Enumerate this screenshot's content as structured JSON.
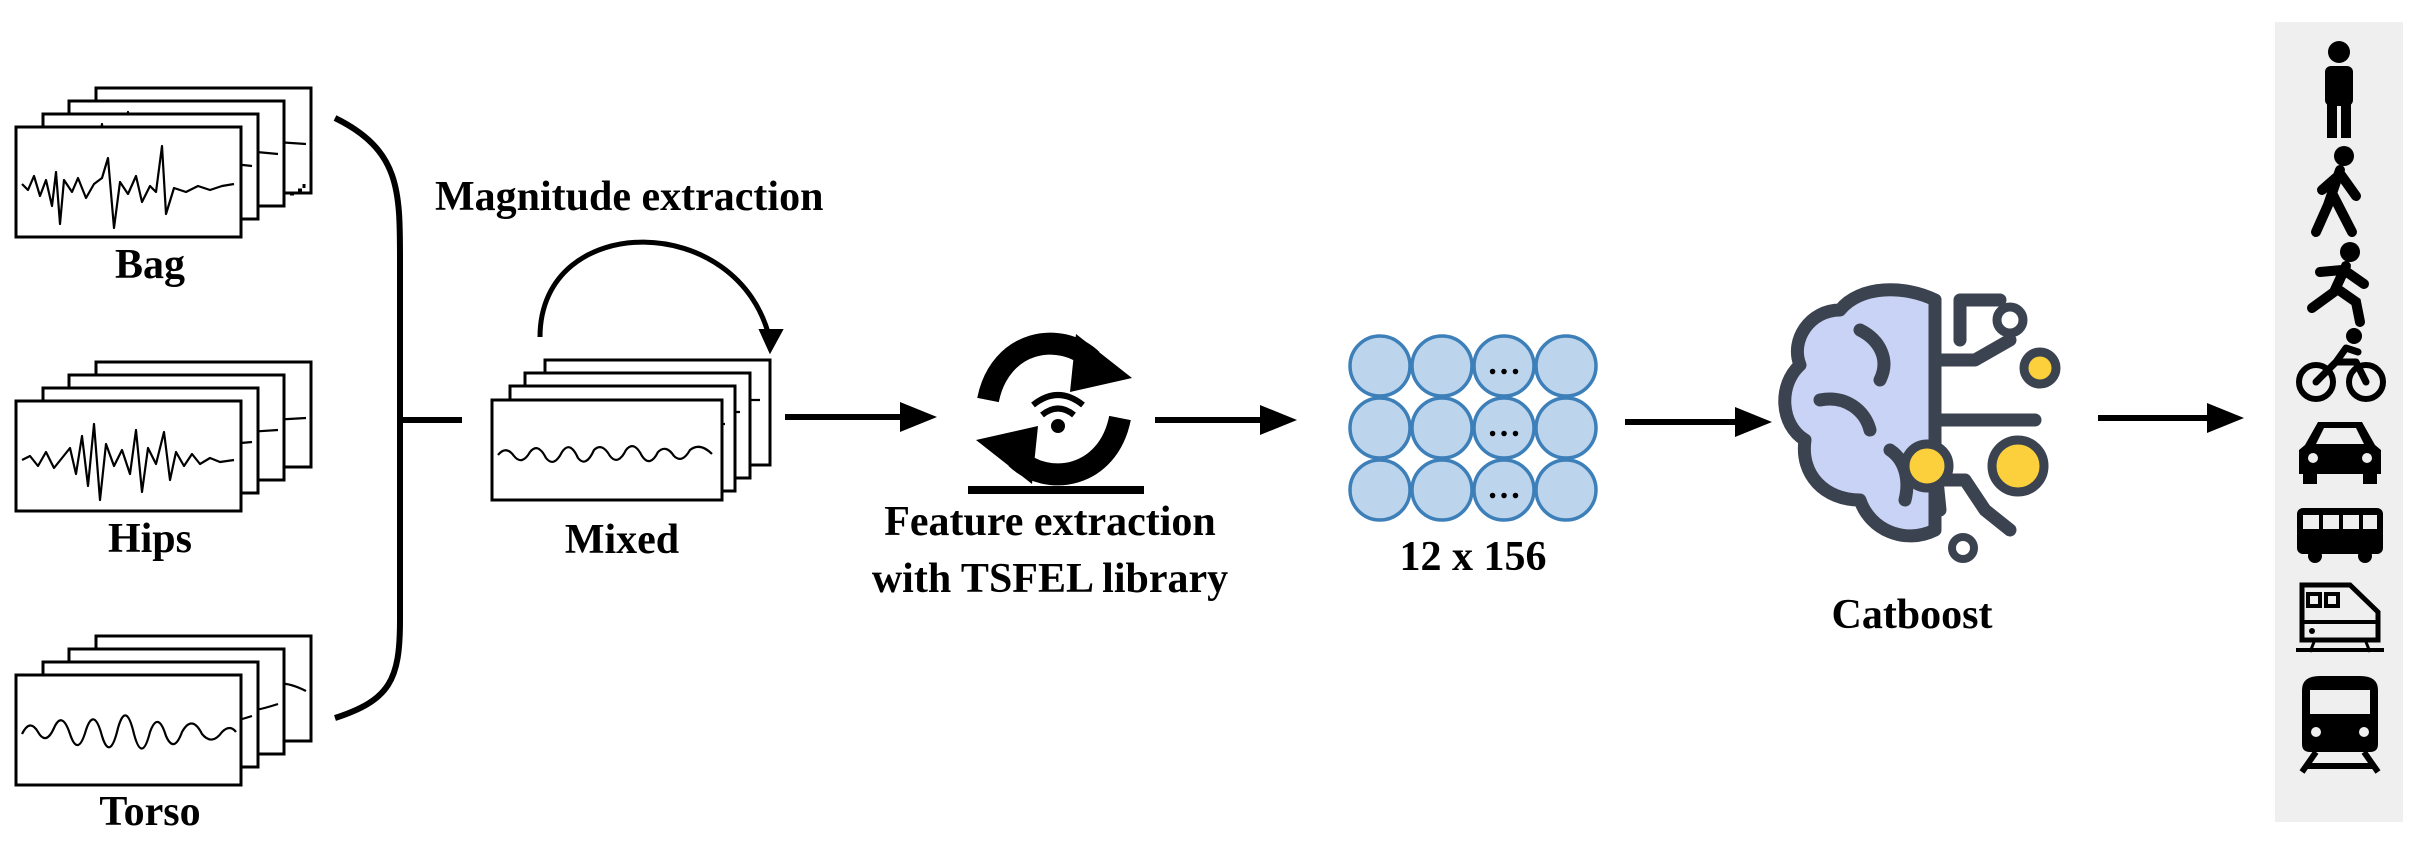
{
  "sources": {
    "bag": "Bag",
    "hips": "Hips",
    "torso": "Torso"
  },
  "magnitude_label": "Magnitude extraction",
  "mixed_label": "Mixed",
  "feature": {
    "line1": "Feature extraction",
    "line2": "with TSFEL library"
  },
  "matrix": {
    "label": "12 x 156",
    "ellipsis": "…"
  },
  "model_label": "Catboost",
  "colors": {
    "matrix_fill": "#bcd4ec",
    "matrix_stroke": "#3d7fb8",
    "brain_fill": "#c9d3f5",
    "brain_line": "#3c4350",
    "node_yellow": "#fcd03c",
    "class_panel": "#efefef"
  },
  "class_icons": [
    "standing-icon",
    "walking-icon",
    "running-icon",
    "bike-icon",
    "car-icon",
    "bus-icon",
    "train-icon",
    "subway-icon"
  ]
}
